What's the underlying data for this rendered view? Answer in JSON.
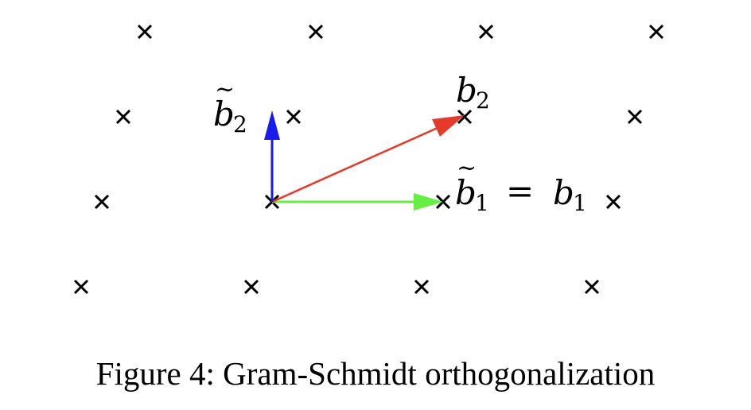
{
  "caption": "Figure 4: Gram-Schmidt orthogonalization",
  "labels": {
    "b2_tilde": {
      "base": "b",
      "sub": "2",
      "accent": "~"
    },
    "b2": {
      "base": "b",
      "sub": "2"
    },
    "b1_tilde_eq": {
      "left_base": "b",
      "left_sub": "1",
      "accent": "~",
      "op": "=",
      "right_base": "b",
      "right_sub": "1"
    }
  },
  "vectors": {
    "b1": {
      "color": "#66ee44"
    },
    "b2": {
      "color": "#e33a2a"
    },
    "b2_tilde": {
      "color": "#1a1aee"
    }
  }
}
